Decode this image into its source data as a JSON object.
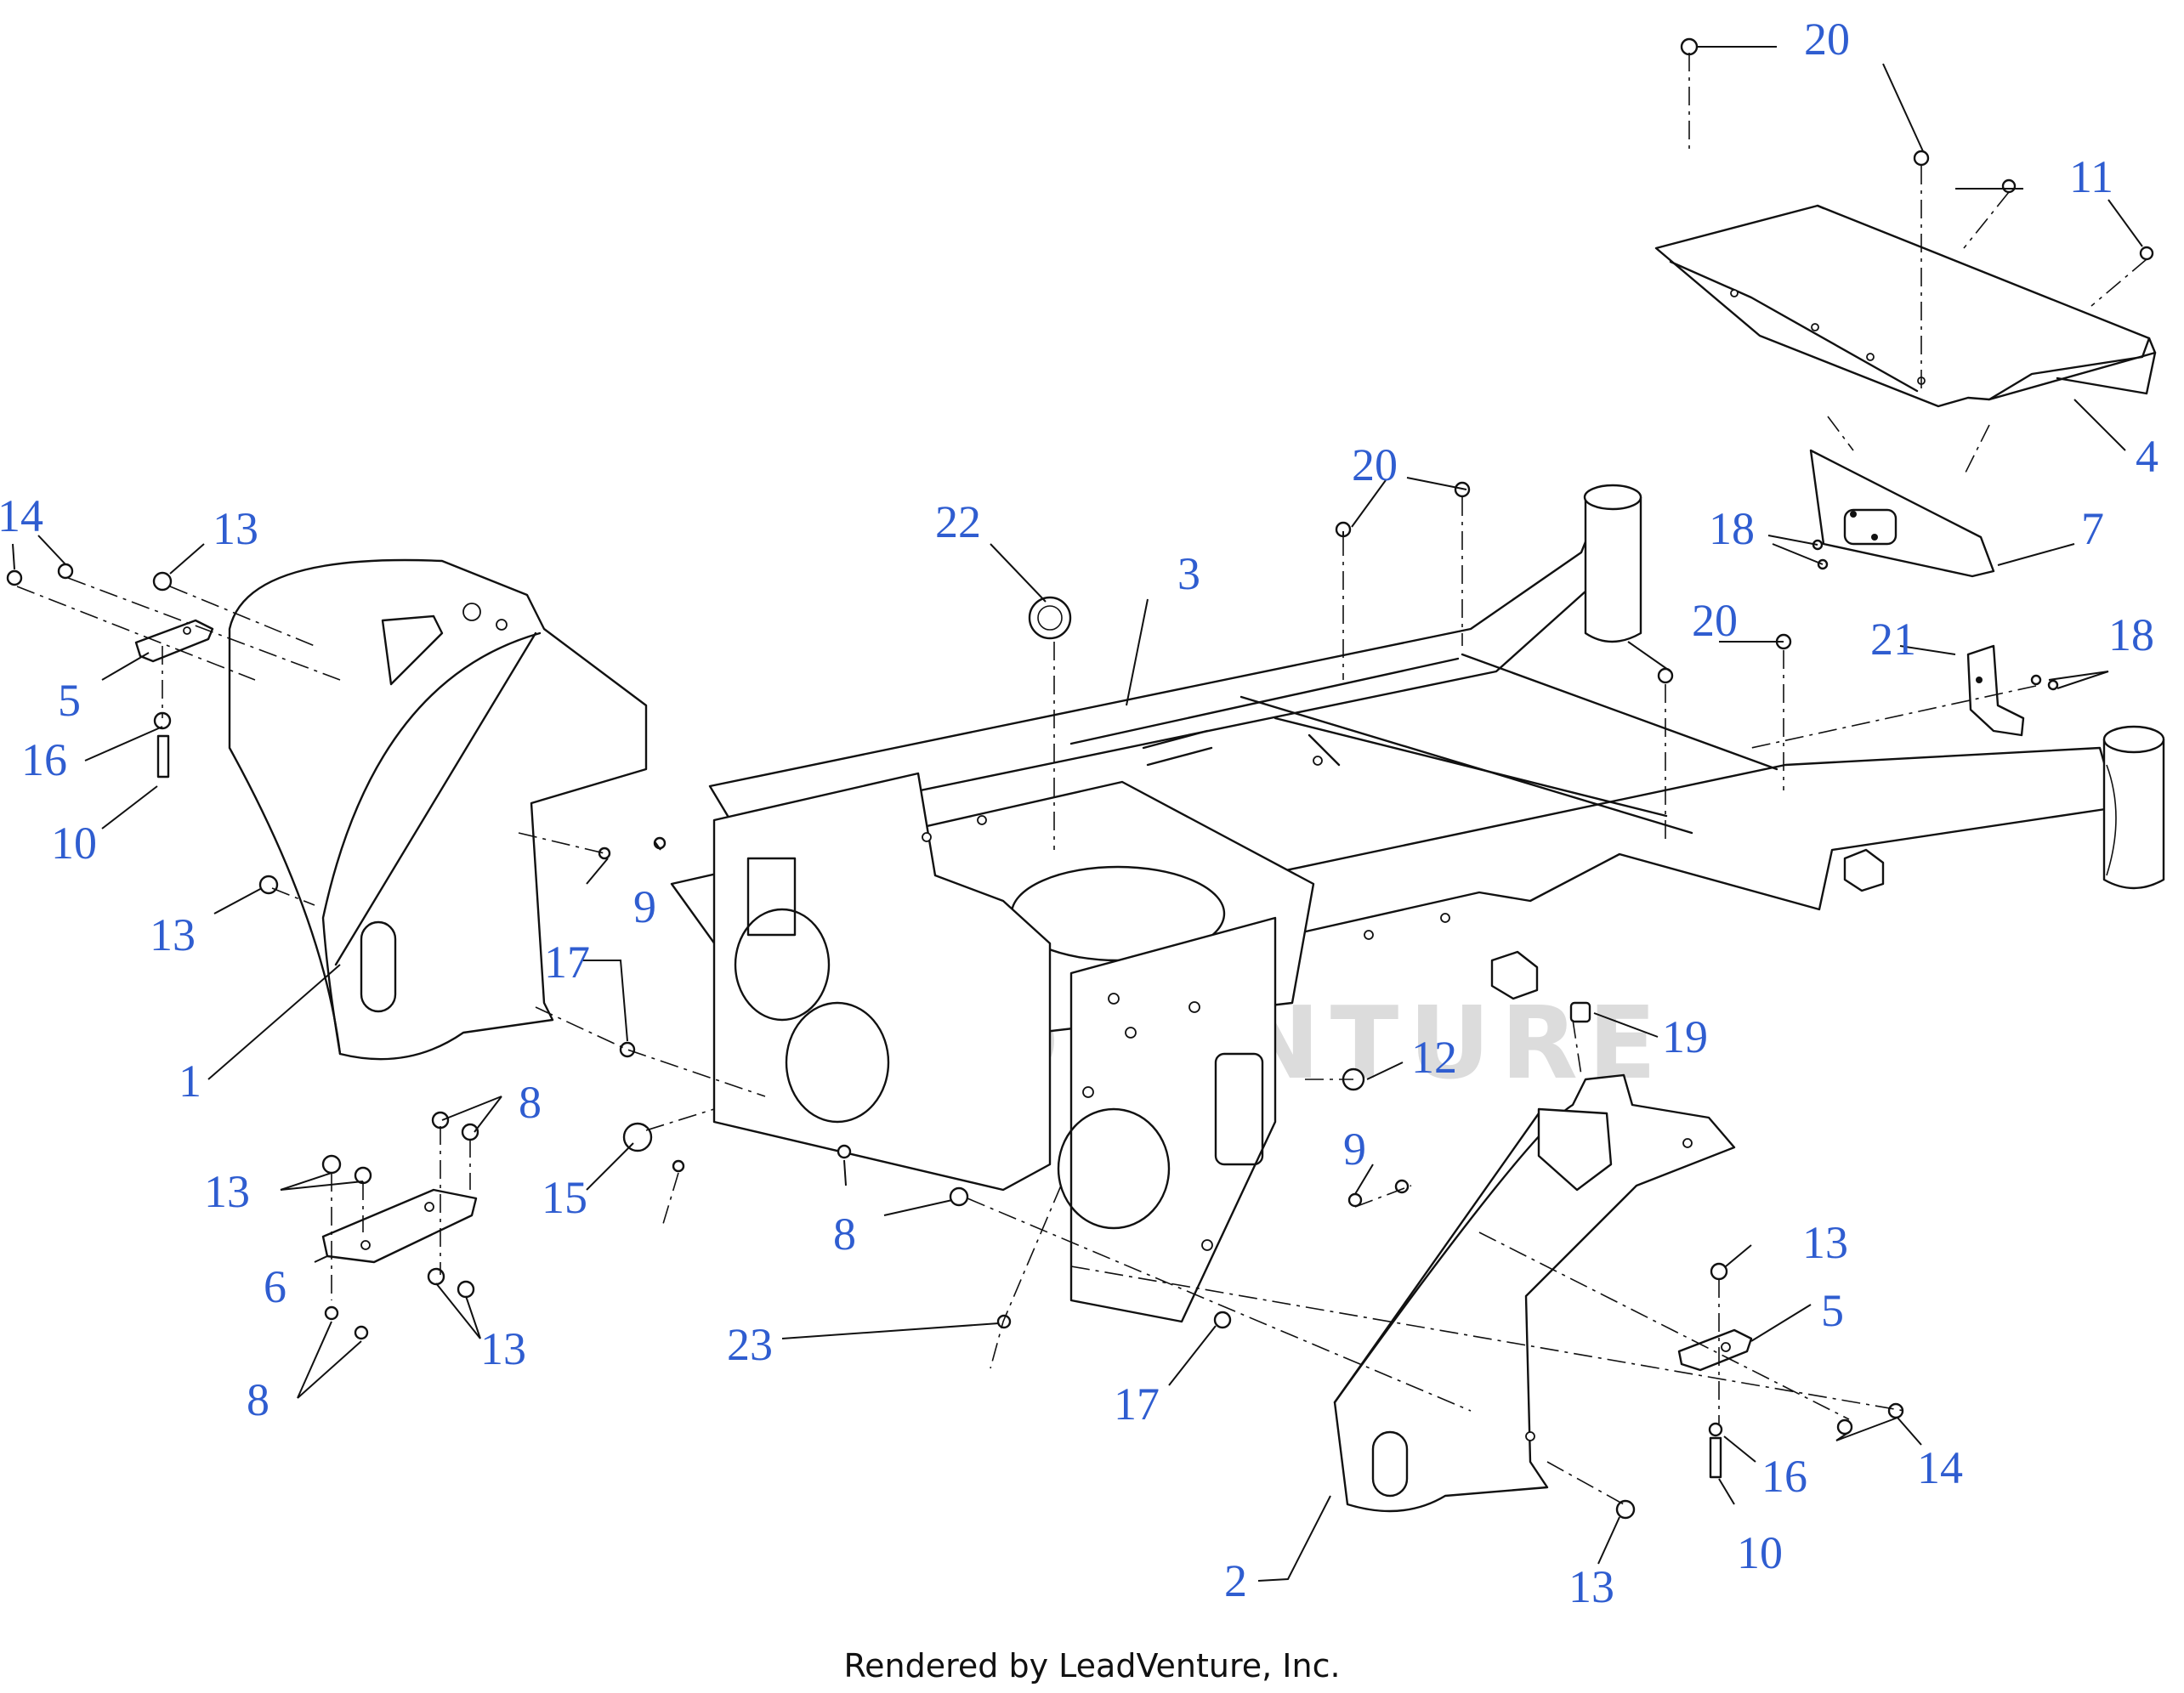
{
  "watermark": "LEADVENTURE",
  "footer": "Rendered by LeadVenture, Inc.",
  "callouts": [
    "20",
    "11",
    "4",
    "20",
    "7",
    "18",
    "22",
    "3",
    "20",
    "21",
    "18",
    "14",
    "13",
    "5",
    "16",
    "10",
    "9",
    "13",
    "17",
    "1",
    "19",
    "12",
    "8",
    "13",
    "15",
    "9",
    "6",
    "8",
    "13",
    "13",
    "5",
    "23",
    "17",
    "8",
    "14",
    "16",
    "2",
    "10",
    "13"
  ],
  "colors": {
    "callout": "#2f5dd0",
    "line": "#111111",
    "background": "#ffffff"
  }
}
